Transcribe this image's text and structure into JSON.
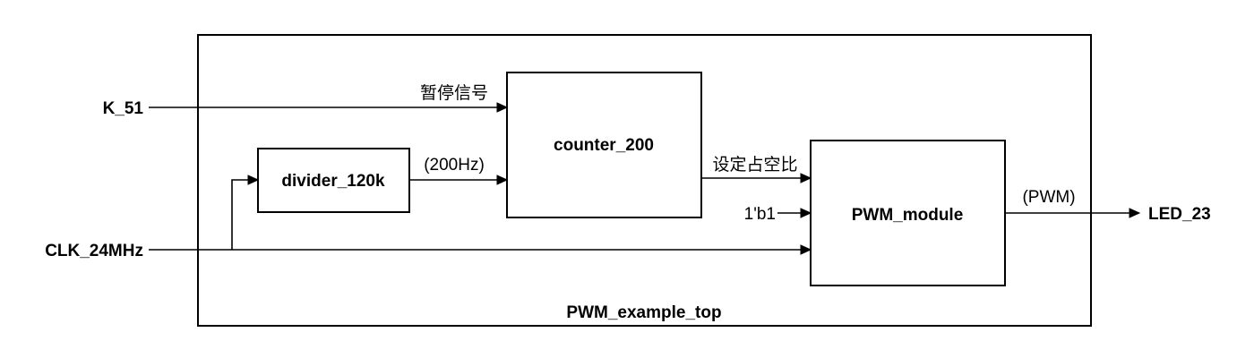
{
  "top_module": {
    "label": "PWM_example_top"
  },
  "blocks": {
    "divider": "divider_120k",
    "counter": "counter_200",
    "pwm": "PWM_module"
  },
  "ports": {
    "k51": "K_51",
    "clk": "CLK_24MHz",
    "led": "LED_23"
  },
  "signals": {
    "pause": "暂停信号",
    "freq": "(200Hz)",
    "duty": "设定占空比",
    "const": "1'b1",
    "pwm_out": "(PWM)"
  }
}
